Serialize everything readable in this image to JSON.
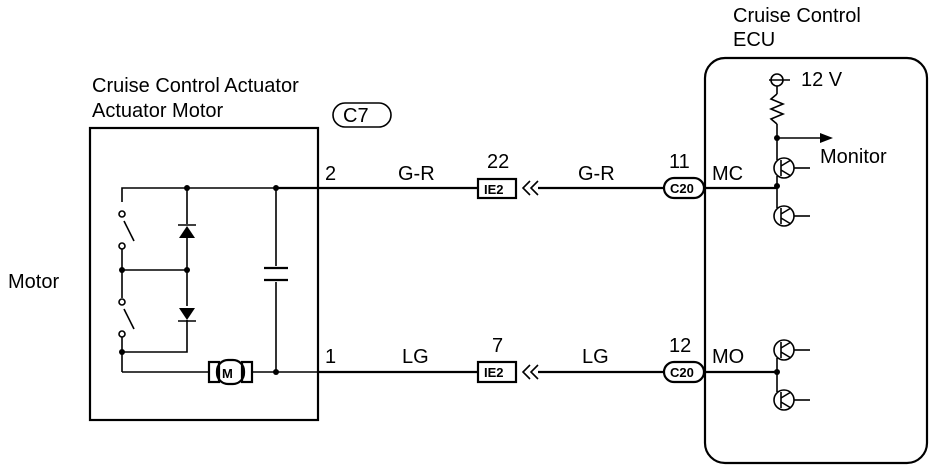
{
  "ecu": {
    "title_line1": "Cruise Control",
    "title_line2": "ECU",
    "supply": "12 V",
    "monitor": "Monitor"
  },
  "actuator": {
    "title_line1": "Cruise Control Actuator",
    "title_line2": "Actuator Motor",
    "connector": "C7",
    "motor_side_label": "Motor",
    "motor_symbol": "M"
  },
  "circuits": [
    {
      "actuator_pin": "2",
      "wire_left": "G-R",
      "junction_pin": "22",
      "junction_connector": "IE2",
      "wire_right": "G-R",
      "ecu_pin": "11",
      "ecu_connector": "C20",
      "ecu_terminal": "MC"
    },
    {
      "actuator_pin": "1",
      "wire_left": "LG",
      "junction_pin": "7",
      "junction_connector": "IE2",
      "wire_right": "LG",
      "ecu_pin": "12",
      "ecu_connector": "C20",
      "ecu_terminal": "MO"
    }
  ]
}
